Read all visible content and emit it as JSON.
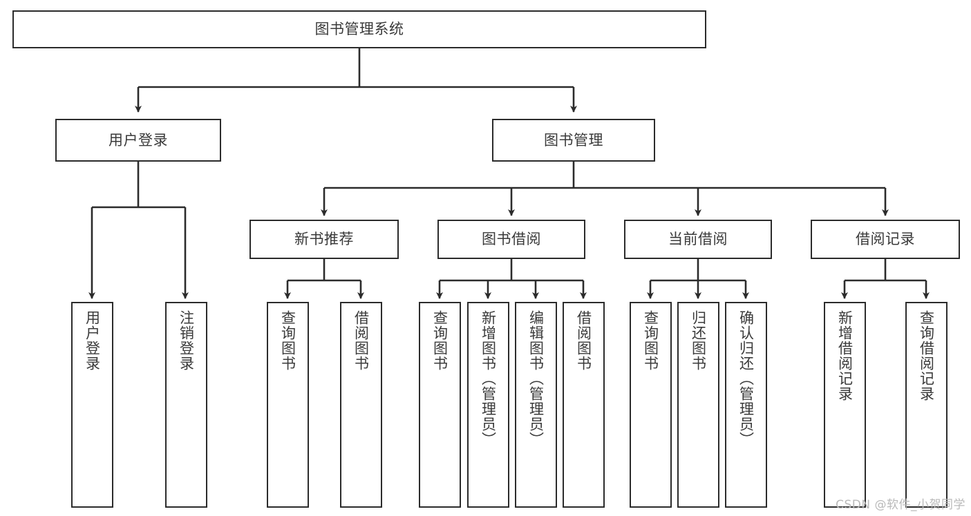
{
  "diagram": {
    "title": "图书管理系统",
    "type": "tree",
    "watermark": "CSDN @软件_小贺同学",
    "colors": {
      "background": "#ffffff",
      "node_border": "#2b2b2b",
      "node_fill": "#ffffff",
      "text": "#3a3a3a",
      "connector": "#2b2b2b",
      "watermark": "#b9b9b9"
    },
    "nodes": {
      "root": {
        "label": "图书管理系统"
      },
      "level2": [
        {
          "label": "用户登录"
        },
        {
          "label": "图书管理"
        }
      ],
      "level3": [
        {
          "label": "新书推荐"
        },
        {
          "label": "图书借阅"
        },
        {
          "label": "当前借阅"
        },
        {
          "label": "借阅记录"
        }
      ],
      "leaves": {
        "user_login": [
          {
            "label": "用户登录"
          },
          {
            "label": "注销登录"
          }
        ],
        "new_book": [
          {
            "label": "查询图书"
          },
          {
            "label": "借阅图书"
          }
        ],
        "book_borrow": [
          {
            "label": "查询图书"
          },
          {
            "label": "新增图书（管理员）"
          },
          {
            "label": "编辑图书（管理员）"
          },
          {
            "label": "借阅图书"
          }
        ],
        "current_borrow": [
          {
            "label": "查询图书"
          },
          {
            "label": "归还图书"
          },
          {
            "label": "确认归还（管理员）"
          }
        ],
        "borrow_record": [
          {
            "label": "新增借阅记录"
          },
          {
            "label": "查询借阅记录"
          }
        ]
      }
    }
  }
}
